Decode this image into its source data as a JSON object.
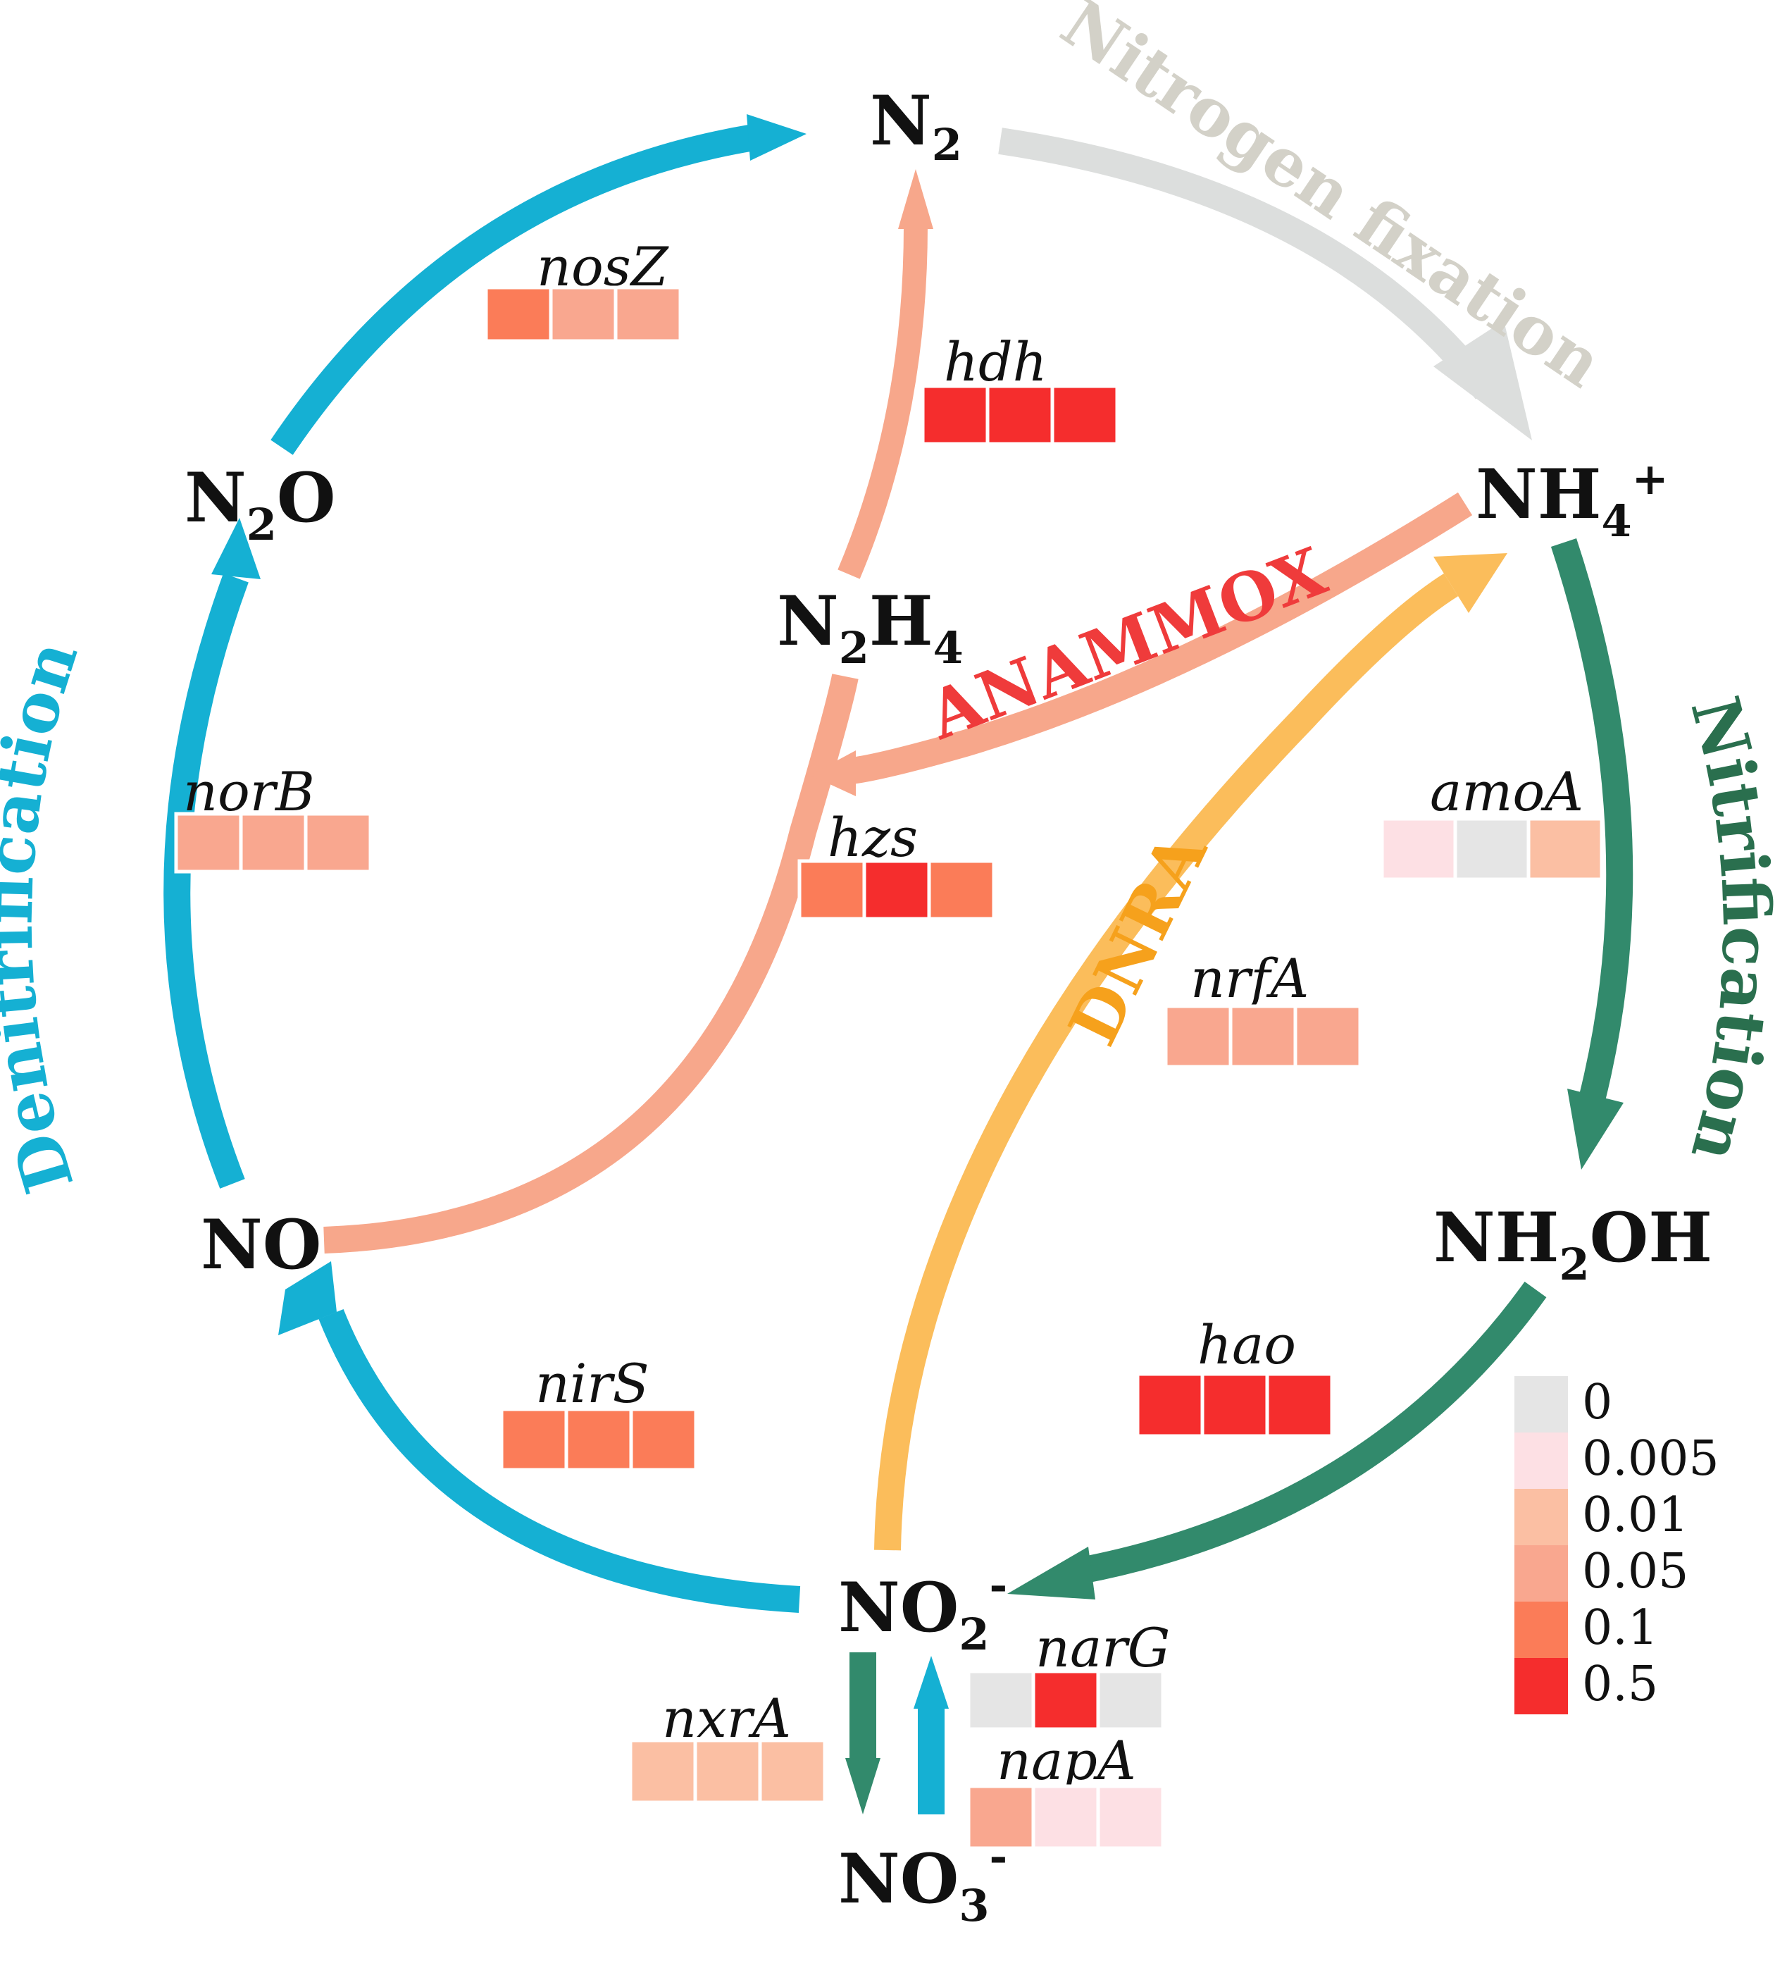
{
  "colors": {
    "denitrification": "#15b0d3",
    "nitrification": "#328a6c",
    "nitrogen_fixation": "#dcdedd",
    "anammox_arrow": "#f7a78b",
    "anammox_label": "#ef3b3b",
    "dnra_arrow": "#fbbd5b",
    "dnra_label": "#f6a11c",
    "nitrogen_fixation_label": "#d3d1c8"
  },
  "compounds": {
    "n2": {
      "base": "N",
      "sub": "2",
      "sup": ""
    },
    "nh4": {
      "base": "NH",
      "sub": "4",
      "sup": "+"
    },
    "n2o": {
      "base": "N",
      "sub": "2",
      "tail": "O"
    },
    "n2h4": {
      "base": "N",
      "sub": "2",
      "mid": "H",
      "sub2": "4"
    },
    "no": {
      "base": "NO"
    },
    "nh2oh": {
      "base": "NH",
      "sub": "2",
      "tail": "OH"
    },
    "no2": {
      "base": "NO",
      "sub": "2",
      "sup": "-"
    },
    "no3": {
      "base": "NO",
      "sub": "3",
      "sup": "-"
    }
  },
  "processes": {
    "denitrification": "Denitrification",
    "nitrification": "Nitrification",
    "nitrogen_fixation": "Nitrogen fixation",
    "anammox": "ANAMMOX",
    "dnra": "DNRA"
  },
  "genes": [
    {
      "id": "nosZ",
      "label": "nosZ",
      "italic": true,
      "levels": [
        "0.1",
        "0.05",
        "0.05"
      ]
    },
    {
      "id": "hdh",
      "label": "hdh",
      "italic": true,
      "levels": [
        "0.5",
        "0.5",
        "0.5"
      ]
    },
    {
      "id": "norB",
      "label": "norB",
      "italic": true,
      "levels": [
        "0.05",
        "0.05",
        "0.05"
      ]
    },
    {
      "id": "hzs",
      "label": "hzs",
      "italic": true,
      "levels": [
        "0.1",
        "0.5",
        "0.1"
      ]
    },
    {
      "id": "amoA",
      "label": "amoA",
      "italic": true,
      "levels": [
        "0.005",
        "0",
        "0.01"
      ]
    },
    {
      "id": "nrfA",
      "label": "nrfA",
      "italic": true,
      "levels": [
        "0.05",
        "0.05",
        "0.05"
      ]
    },
    {
      "id": "hao",
      "label": "hao",
      "italic": true,
      "levels": [
        "0.5",
        "0.5",
        "0.5"
      ]
    },
    {
      "id": "nirS",
      "label": "nirS",
      "italic": false,
      "levels": [
        "0.1",
        "0.1",
        "0.1"
      ]
    },
    {
      "id": "narG",
      "label": "narG",
      "italic": true,
      "levels": [
        "0",
        "0.5",
        "0"
      ]
    },
    {
      "id": "napA",
      "label": "napA",
      "italic": true,
      "levels": [
        "0.05",
        "0.005",
        "0.005"
      ]
    },
    {
      "id": "nxrA",
      "label": "nxrA",
      "italic": true,
      "levels": [
        "0.01",
        "0.01",
        "0.01"
      ]
    }
  ],
  "legend": [
    {
      "label": "0",
      "color": "#e5e5e5"
    },
    {
      "label": "0.005",
      "color": "#fde0e4"
    },
    {
      "label": "0.01",
      "color": "#fbbfa3"
    },
    {
      "label": "0.05",
      "color": "#f9a78f"
    },
    {
      "label": "0.1",
      "color": "#fb7c58"
    },
    {
      "label": "0.5",
      "color": "#f52d2d"
    }
  ]
}
